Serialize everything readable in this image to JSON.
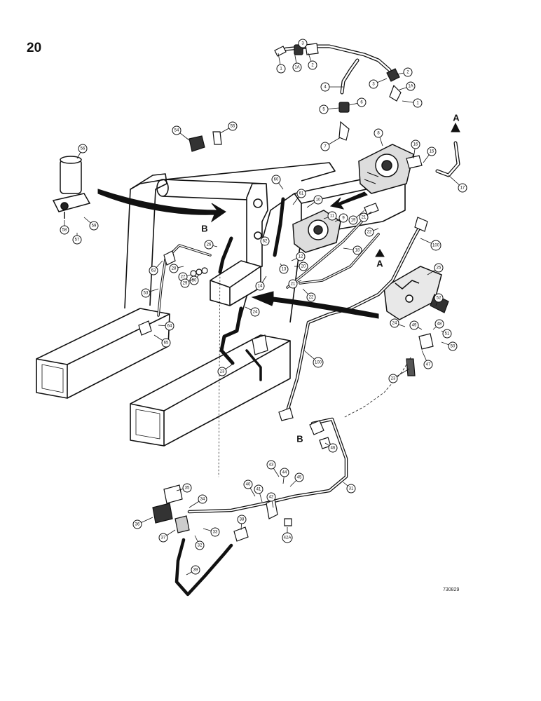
{
  "page_number": "20",
  "drawing_number": "730829",
  "view_letters": {
    "a": "A",
    "b": "B"
  },
  "callouts": [
    {
      "id": "c1",
      "label": "1"
    },
    {
      "id": "c2",
      "label": "1A"
    },
    {
      "id": "c3",
      "label": "2"
    },
    {
      "id": "c4",
      "label": "3"
    },
    {
      "id": "c5",
      "label": "4"
    },
    {
      "id": "c6",
      "label": "3"
    },
    {
      "id": "c7",
      "label": "2"
    },
    {
      "id": "c8",
      "label": "1A"
    },
    {
      "id": "c9",
      "label": "1"
    },
    {
      "id": "c10",
      "label": "5"
    },
    {
      "id": "c11",
      "label": "6"
    },
    {
      "id": "c12",
      "label": "7"
    },
    {
      "id": "c13",
      "label": "8"
    },
    {
      "id": "c14",
      "label": "16"
    },
    {
      "id": "c15",
      "label": "15"
    },
    {
      "id": "c16",
      "label": "17"
    },
    {
      "id": "c17",
      "label": "54"
    },
    {
      "id": "c18",
      "label": "55"
    },
    {
      "id": "c19",
      "label": "56"
    },
    {
      "id": "c20",
      "label": "58"
    },
    {
      "id": "c21",
      "label": "59"
    },
    {
      "id": "c22",
      "label": "57"
    },
    {
      "id": "c23",
      "label": "60"
    },
    {
      "id": "c24",
      "label": "61"
    },
    {
      "id": "c25",
      "label": "10"
    },
    {
      "id": "c26",
      "label": "11"
    },
    {
      "id": "c27",
      "label": "9"
    },
    {
      "id": "c28",
      "label": "19"
    },
    {
      "id": "c29",
      "label": "21"
    },
    {
      "id": "c30",
      "label": "22"
    },
    {
      "id": "c31",
      "label": "53"
    },
    {
      "id": "c32",
      "label": "62"
    },
    {
      "id": "c33",
      "label": "12"
    },
    {
      "id": "c34",
      "label": "13"
    },
    {
      "id": "c35",
      "label": "20"
    },
    {
      "id": "c36",
      "label": "18"
    },
    {
      "id": "c37",
      "label": "100"
    },
    {
      "id": "c38",
      "label": "26"
    },
    {
      "id": "c39",
      "label": "28"
    },
    {
      "id": "c40",
      "label": "27"
    },
    {
      "id": "c41",
      "label": "30"
    },
    {
      "id": "c42",
      "label": "29"
    },
    {
      "id": "c43",
      "label": "14"
    },
    {
      "id": "c44",
      "label": "21"
    },
    {
      "id": "c45",
      "label": "22"
    },
    {
      "id": "c46",
      "label": "25"
    },
    {
      "id": "c47",
      "label": "63"
    },
    {
      "id": "c48",
      "label": "64"
    },
    {
      "id": "c49",
      "label": "65"
    },
    {
      "id": "c50",
      "label": "24"
    },
    {
      "id": "c51",
      "label": "52"
    },
    {
      "id": "c52",
      "label": "24"
    },
    {
      "id": "c53",
      "label": "49"
    },
    {
      "id": "c54",
      "label": "48"
    },
    {
      "id": "c55",
      "label": "51"
    },
    {
      "id": "c56",
      "label": "50"
    },
    {
      "id": "c57",
      "label": "47"
    },
    {
      "id": "c58",
      "label": "23"
    },
    {
      "id": "c59",
      "label": "23"
    },
    {
      "id": "c60",
      "label": "100"
    },
    {
      "id": "c61",
      "label": "46"
    },
    {
      "id": "c62",
      "label": "43"
    },
    {
      "id": "c63",
      "label": "44"
    },
    {
      "id": "c64",
      "label": "45"
    },
    {
      "id": "c65",
      "label": "40"
    },
    {
      "id": "c66",
      "label": "41"
    },
    {
      "id": "c67",
      "label": "42"
    },
    {
      "id": "c68",
      "label": "31"
    },
    {
      "id": "c69",
      "label": "35"
    },
    {
      "id": "c70",
      "label": "34"
    },
    {
      "id": "c71",
      "label": "36"
    },
    {
      "id": "c72",
      "label": "37"
    },
    {
      "id": "c73",
      "label": "33"
    },
    {
      "id": "c74",
      "label": "32"
    },
    {
      "id": "c75",
      "label": "38"
    },
    {
      "id": "c76",
      "label": "42A"
    },
    {
      "id": "c77",
      "label": "39"
    }
  ]
}
